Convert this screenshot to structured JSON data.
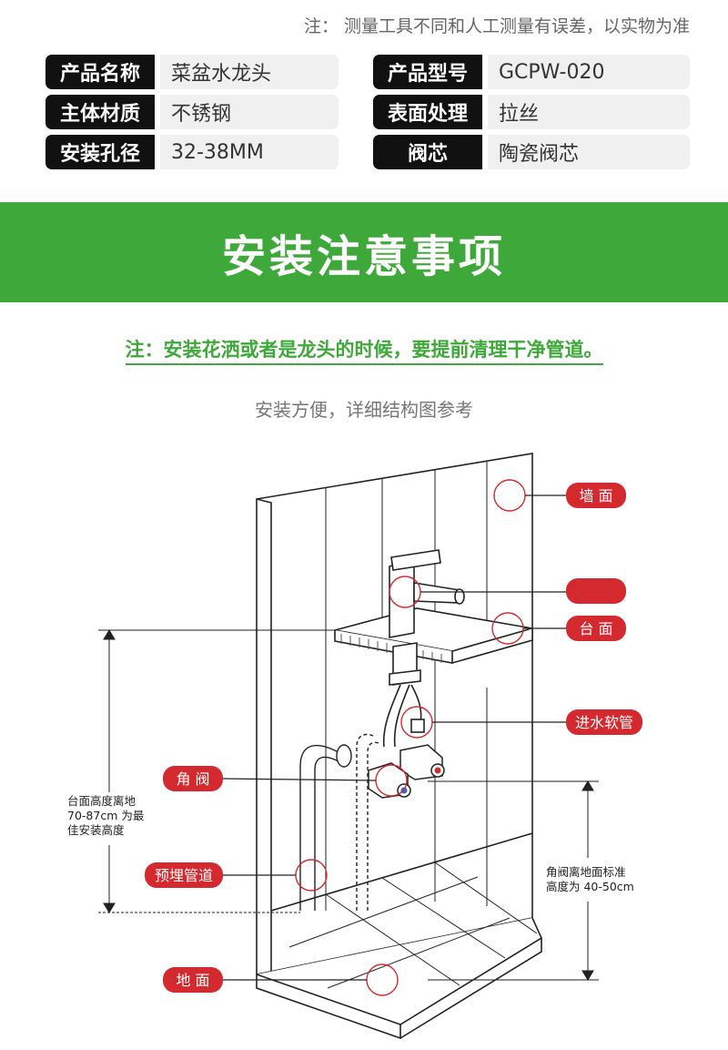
{
  "note": "注： 测量工具不同和人工测量有误差，以实物为准",
  "specs_left": [
    {
      "key": "产品名称",
      "value": "菜盆水龙头"
    },
    {
      "key": "主体材质",
      "value": "不锈钢"
    },
    {
      "key": "安装孔径",
      "value": "32-38MM"
    }
  ],
  "specs_right": [
    {
      "key": "产品型号",
      "value": "GCPW-020"
    },
    {
      "key": "表面处理",
      "value": "拉丝"
    },
    {
      "key": "阀芯",
      "value": "陶瓷阀芯"
    }
  ],
  "banner_title": "安装注意事项",
  "warning": "注：安装花洒或者是龙头的时候，要提前清理干净管道。",
  "subtitle": "安装方便，详细结构图参考",
  "diagram": {
    "labels": {
      "wall": "墙 面",
      "faucet": "",
      "counter": "台 面",
      "hose": "进水软管",
      "angle_valve": "角 阀",
      "pipe": "预埋管道",
      "floor": "地 面"
    },
    "left_note": [
      "台面高度离地",
      "70-87cm 为最",
      "佳安装高度"
    ],
    "right_note": [
      "角阀离地面标准",
      "高度为 40-50cm"
    ],
    "colors": {
      "tag_red": "#d42a2f",
      "line": "#222222",
      "hot": "#d42a2f",
      "cold": "#2b6fd4"
    }
  }
}
